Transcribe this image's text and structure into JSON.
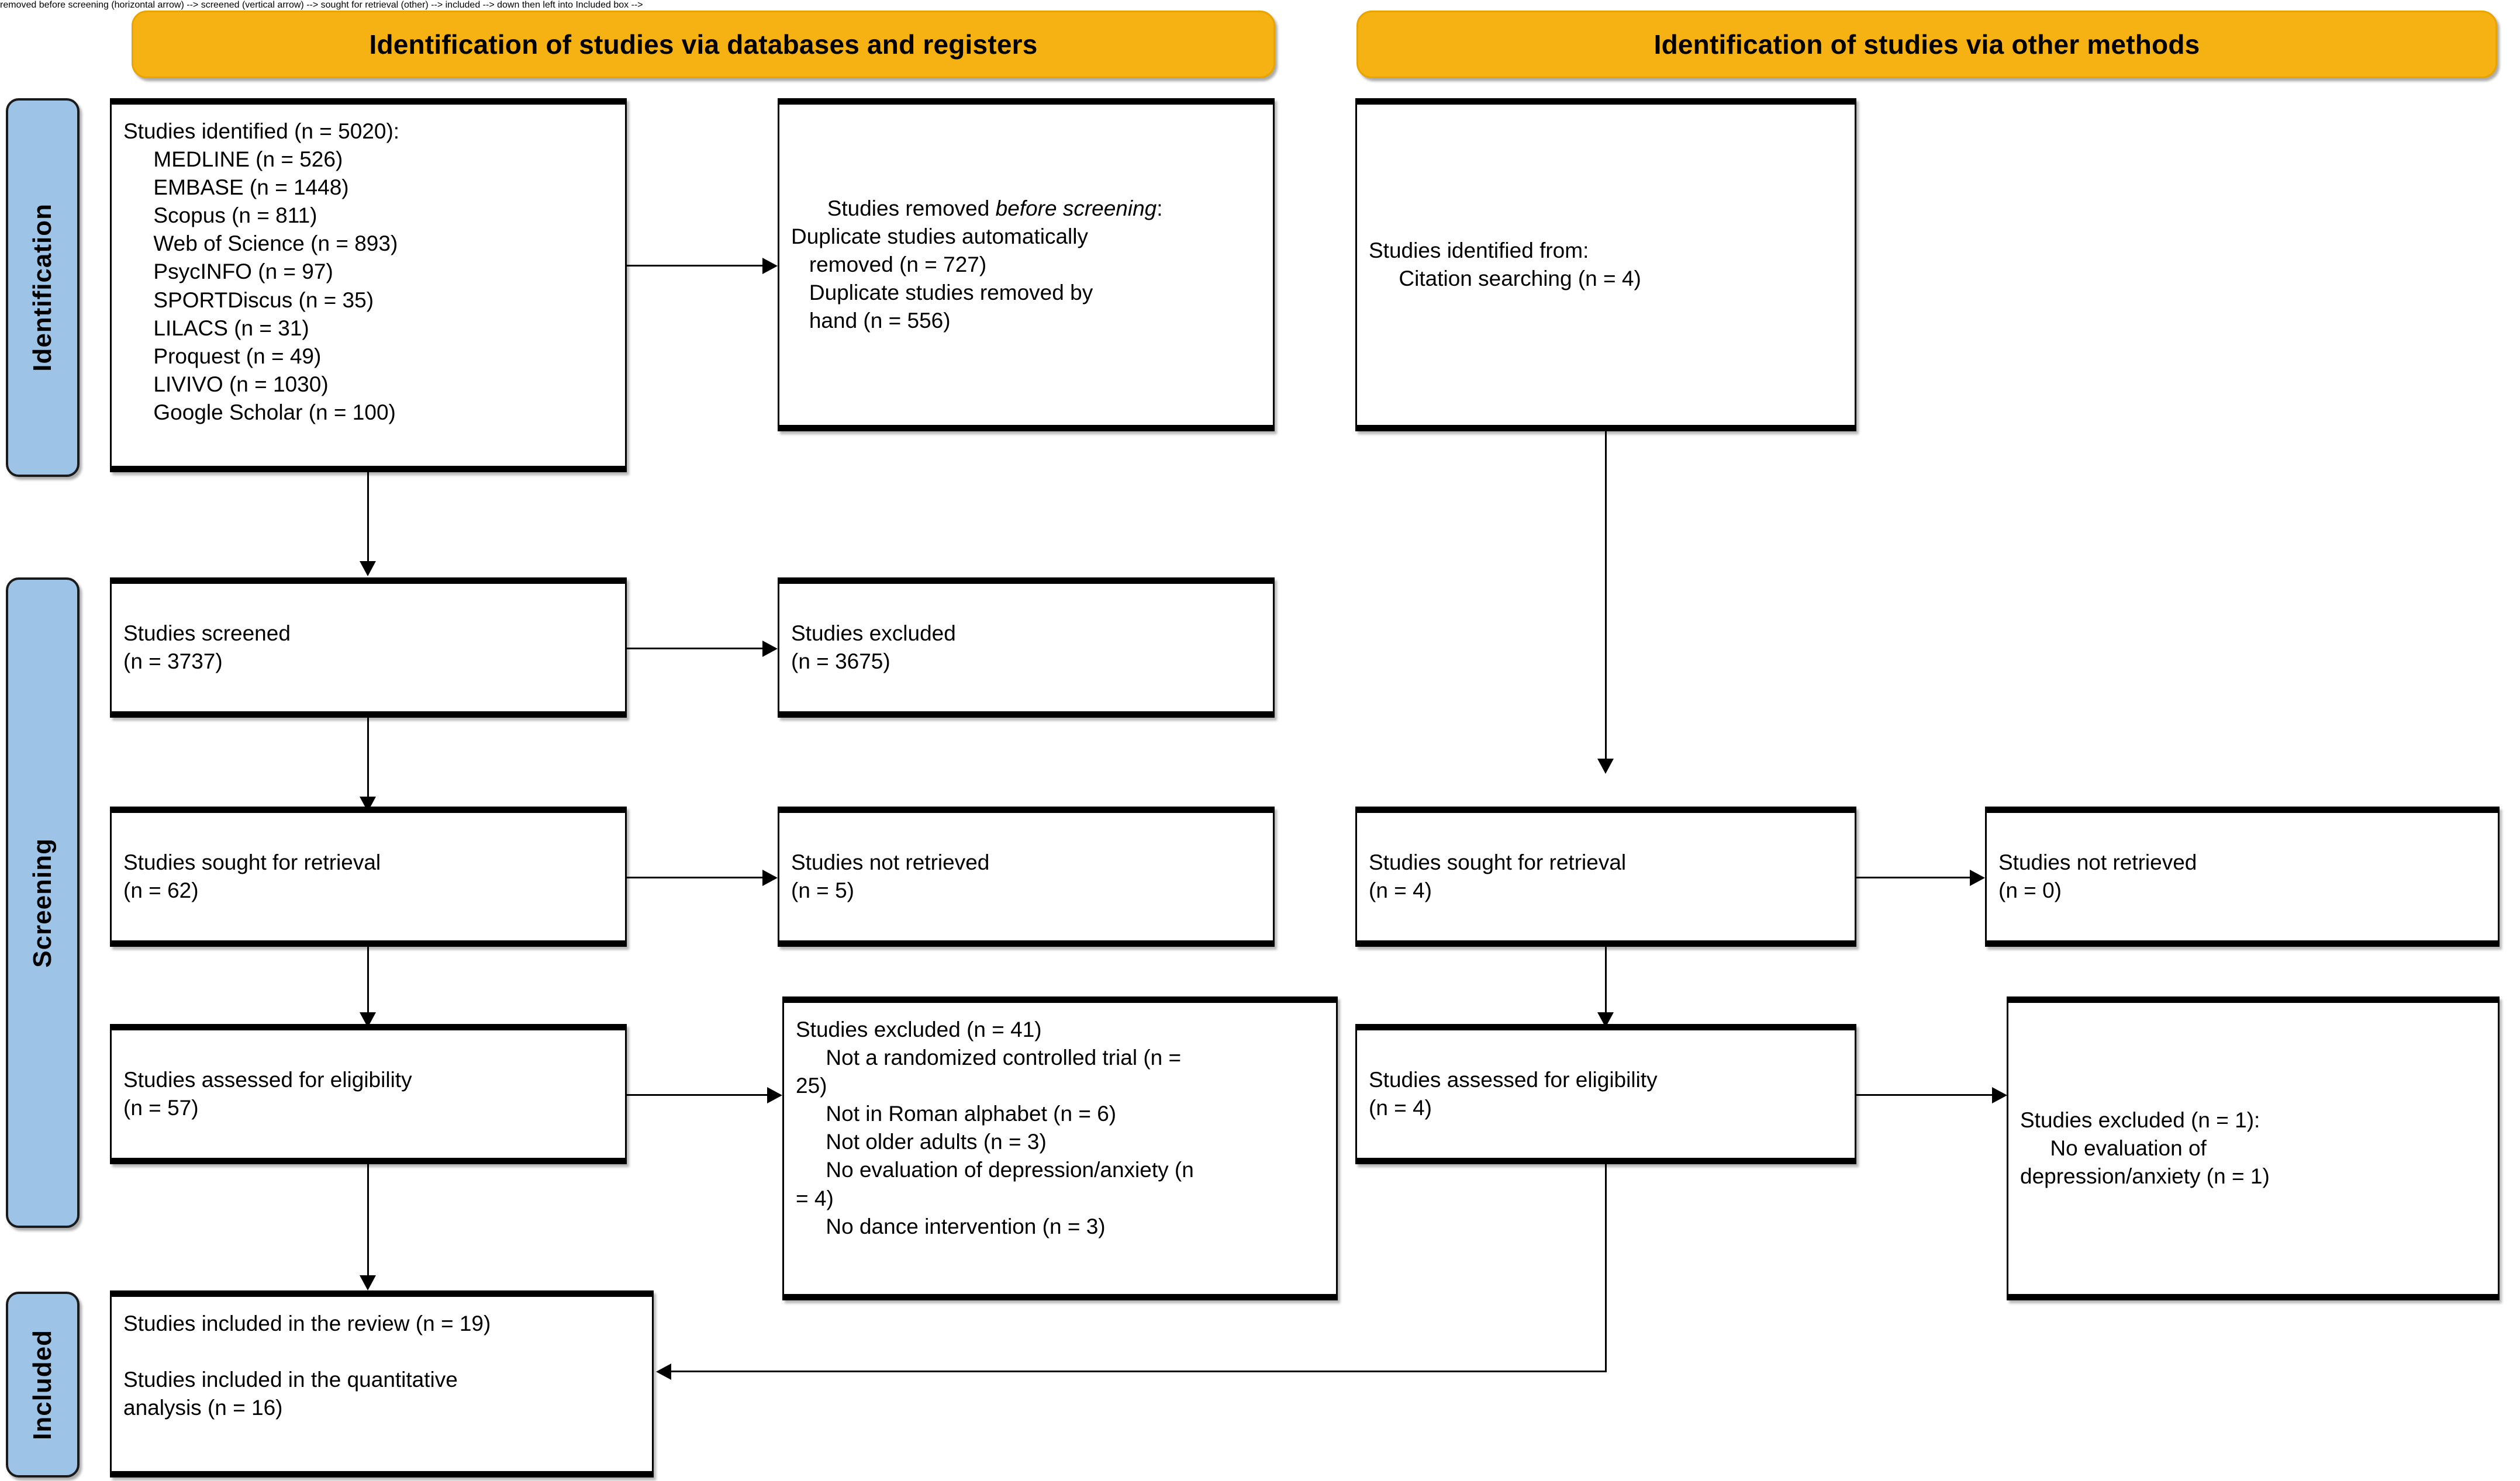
{
  "diagram": {
    "type": "prisma-flow-diagram",
    "banners": [
      {
        "id": "databases",
        "label": "Identification of studies via databases and registers"
      },
      {
        "id": "other",
        "label": "Identification of studies via other methods"
      }
    ],
    "stages": [
      {
        "id": "identification",
        "label": "Identification"
      },
      {
        "id": "screening",
        "label": "Screening"
      },
      {
        "id": "included",
        "label": "Included"
      }
    ],
    "boxes": {
      "identified_databases": "Studies identified (n = 5020):\n     MEDLINE (n = 526)\n     EMBASE (n = 1448)\n     Scopus (n = 811)\n     Web of Science (n = 893)\n     PsycINFO (n = 97)\n     SPORTDiscus (n = 35)\n     LILACS (n = 31)\n     Proquest (n = 49)\n     LIVIVO (n = 1030)\n     Google Scholar (n = 100)",
      "removed_before_screening_lead": "Studies removed ",
      "removed_before_screening_italic": "before screening",
      "removed_before_screening_tail": ":",
      "removed_before_screening_body": "   Duplicate studies automatically\n   removed (n = 727)\n   Duplicate studies removed by\n   hand (n = 556)",
      "identified_other": "Studies identified from:\n     Citation searching (n = 4)",
      "screened": "Studies screened\n(n = 3737)",
      "excluded_screened": "Studies excluded\n(n = 3675)",
      "sought_db": "Studies sought for retrieval\n(n = 62)",
      "not_retrieved_db": "Studies not retrieved\n(n = 5)",
      "sought_other": "Studies sought for retrieval\n(n = 4)",
      "not_retrieved_other": "Studies not retrieved\n(n = 0)",
      "assessed_db": "Studies assessed for eligibility\n(n = 57)",
      "excluded_eligibility_db": "Studies excluded (n = 41)\n     Not a randomized controlled trial (n =\n25)\n     Not in Roman alphabet (n = 6)\n     Not older adults (n = 3)\n     No evaluation of depression/anxiety (n\n= 4)\n     No dance intervention (n = 3)",
      "assessed_other": "Studies assessed for eligibility\n(n = 4)",
      "excluded_eligibility_other": "Studies excluded (n = 1):\n     No evaluation of\ndepression/anxiety (n = 1)",
      "included_final": "Studies included in the review (n = 19)\n\nStudies included in the quantitative\nanalysis (n = 16)"
    },
    "colors": {
      "banner_fill": "#f5b212",
      "stage_fill": "#9dc3e6",
      "box_border": "#000000",
      "box_fill": "#ffffff",
      "background": "#ffffff"
    }
  }
}
